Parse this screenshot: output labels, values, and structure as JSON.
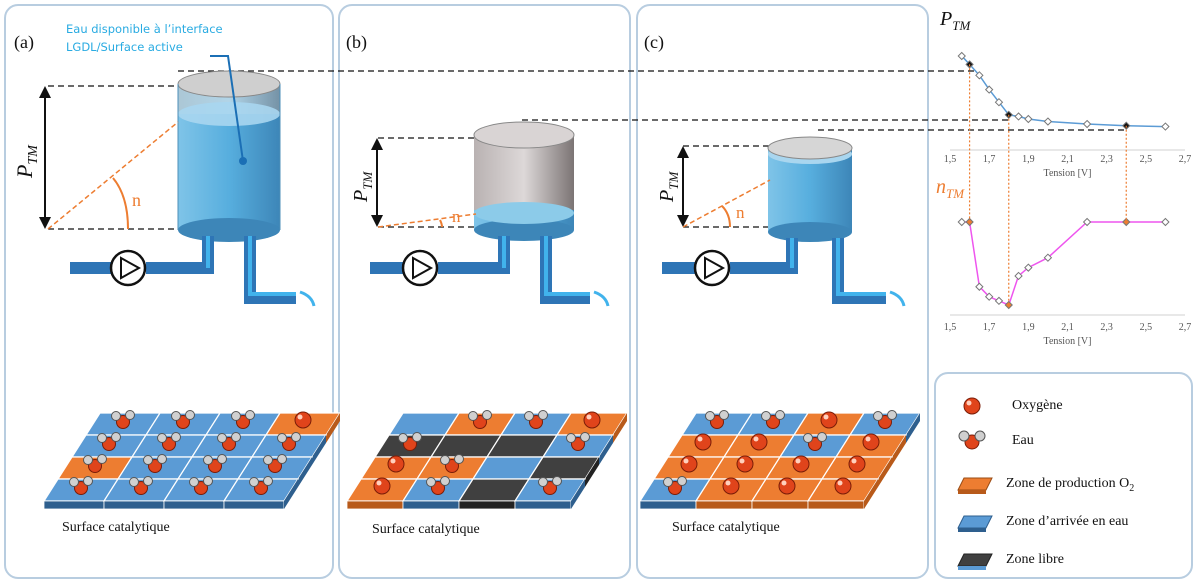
{
  "panels": [
    {
      "label": "(a)",
      "caption": "Surface catalytique"
    },
    {
      "label": "(b)",
      "caption": "Surface catalytique"
    },
    {
      "label": "(c)",
      "caption": "Surface catalytique"
    }
  ],
  "callout": {
    "line1": "Eau disponible à l’interface",
    "line2": "LGDL/Surface active"
  },
  "ptm_symbol": {
    "base": "P",
    "sub": "TM"
  },
  "ntm_symbol": {
    "base": "n",
    "sub": "TM"
  },
  "angle_label": "n",
  "charts_title": {
    "base": "P",
    "sub": "TM"
  },
  "legend": {
    "oxygen": "Oxygène",
    "water": "Eau",
    "o2_zone": "Zone de production O",
    "o2_sub": "2",
    "water_zone": "Zone d’arrivée en eau",
    "free_zone": "Zone libre"
  },
  "colors": {
    "orange": "#ed7d31",
    "blue": "#5b9bd5",
    "dark": "#404040",
    "frame": "#b8cde0",
    "curve_top": "#5b9bd5",
    "curve_bottom": "#ee55ee"
  },
  "chart_data": [
    {
      "type": "line",
      "title": "P_TM",
      "xlabel": "Tension [V]",
      "ylabel": "",
      "xticks": [
        "1,5",
        "1,7",
        "1,9",
        "2,1",
        "2,3",
        "2,5",
        "2,7"
      ],
      "xlim": [
        1.5,
        2.7
      ],
      "series": [
        {
          "x": [
            1.56,
            1.6,
            1.65,
            1.7,
            1.75,
            1.8,
            1.85,
            1.9,
            2.0,
            2.2,
            2.4,
            2.6
          ],
          "y": [
            1.0,
            0.9,
            0.77,
            0.6,
            0.45,
            0.3,
            0.28,
            0.25,
            0.22,
            0.19,
            0.17,
            0.16
          ]
        }
      ],
      "highlighted_points": [
        1.6,
        1.8,
        2.4
      ]
    },
    {
      "type": "line",
      "title": "n_TM",
      "xlabel": "Tension [V]",
      "ylabel": "",
      "xticks": [
        "1,5",
        "1,7",
        "1,9",
        "2,1",
        "2,3",
        "2,5",
        "2,7"
      ],
      "xlim": [
        1.5,
        2.7
      ],
      "series": [
        {
          "x": [
            1.56,
            1.6,
            1.65,
            1.7,
            1.75,
            1.8,
            1.85,
            1.9,
            2.0,
            2.2,
            2.4,
            2.6
          ],
          "y": [
            1.0,
            1.0,
            0.22,
            0.1,
            0.05,
            0.0,
            0.35,
            0.45,
            0.57,
            1.0,
            1.0,
            1.0
          ]
        }
      ],
      "highlighted_points": [
        1.6,
        1.8,
        2.4
      ]
    }
  ]
}
